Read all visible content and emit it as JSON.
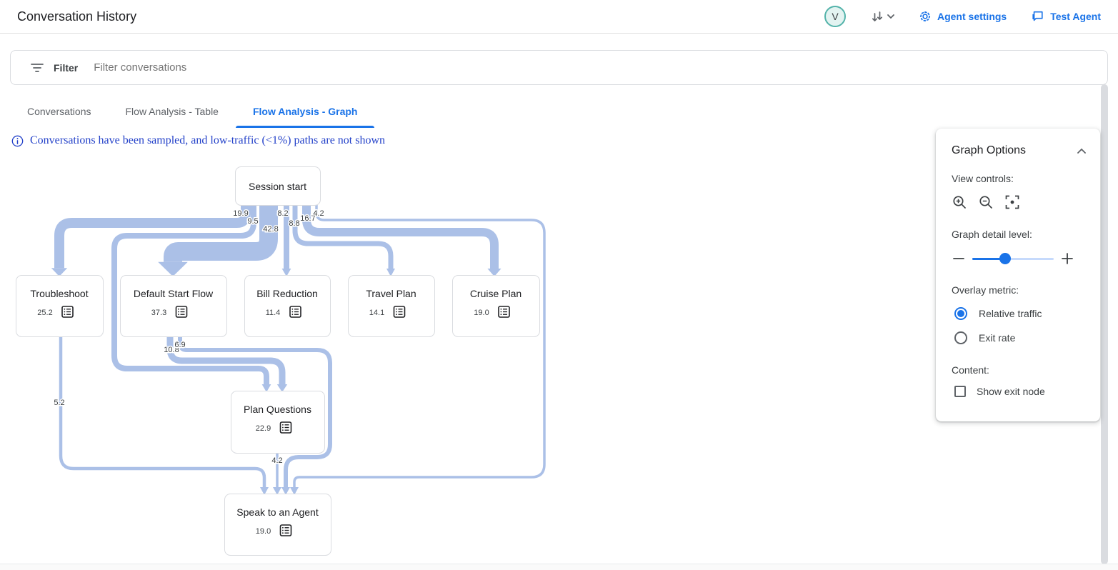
{
  "header": {
    "title": "Conversation History",
    "avatar_initial": "V",
    "agent_settings_label": "Agent settings",
    "test_agent_label": "Test Agent"
  },
  "filter": {
    "label": "Filter",
    "placeholder": "Filter conversations"
  },
  "tabs": [
    {
      "label": "Conversations",
      "active": false
    },
    {
      "label": "Flow Analysis - Table",
      "active": false
    },
    {
      "label": "Flow Analysis - Graph",
      "active": true
    }
  ],
  "notice": "Conversations have been sampled, and low-traffic (<1%) paths are not shown",
  "graph": {
    "nodes": [
      {
        "id": "session-start",
        "label": "Session start",
        "value": null
      },
      {
        "id": "troubleshoot",
        "label": "Troubleshoot",
        "value": "25.2"
      },
      {
        "id": "default-start-flow",
        "label": "Default Start Flow",
        "value": "37.3"
      },
      {
        "id": "bill-reduction",
        "label": "Bill Reduction",
        "value": "11.4"
      },
      {
        "id": "travel-plan",
        "label": "Travel Plan",
        "value": "14.1"
      },
      {
        "id": "cruise-plan",
        "label": "Cruise Plan",
        "value": "19.0"
      },
      {
        "id": "plan-questions",
        "label": "Plan Questions",
        "value": "22.9"
      },
      {
        "id": "speak-to-an-agent",
        "label": "Speak to an Agent",
        "value": "19.0"
      }
    ],
    "edges": [
      {
        "from": "session-start",
        "to": "troubleshoot",
        "value": "19.9"
      },
      {
        "from": "session-start",
        "to": "plan-questions",
        "value": "9.5"
      },
      {
        "from": "session-start",
        "to": "default-start-flow",
        "value": "42.8"
      },
      {
        "from": "session-start",
        "to": "bill-reduction",
        "value": "8.2"
      },
      {
        "from": "session-start",
        "to": "travel-plan",
        "value": "8.8"
      },
      {
        "from": "session-start",
        "to": "cruise-plan",
        "value": "16.7"
      },
      {
        "from": "session-start",
        "to": "speak-to-an-agent",
        "value": "4.2"
      },
      {
        "from": "default-start-flow",
        "to": "plan-questions",
        "value": "10.8"
      },
      {
        "from": "default-start-flow",
        "to": "speak-to-an-agent",
        "value": "6.9"
      },
      {
        "from": "troubleshoot",
        "to": "speak-to-an-agent",
        "value": "5.2"
      },
      {
        "from": "plan-questions",
        "to": "speak-to-an-agent",
        "value": "4.2"
      }
    ]
  },
  "panel": {
    "title": "Graph Options",
    "view_controls_label": "View controls:",
    "detail_label": "Graph detail level:",
    "detail_value_pct": 40,
    "overlay_label": "Overlay metric:",
    "overlay_options": [
      {
        "label": "Relative traffic",
        "selected": true
      },
      {
        "label": "Exit rate",
        "selected": false
      }
    ],
    "content_label": "Content:",
    "show_exit_node_label": "Show exit node",
    "show_exit_node_checked": false
  },
  "colors": {
    "link": "#1a73e8",
    "edge": "#abc0e7",
    "notice": "#2341c9"
  }
}
